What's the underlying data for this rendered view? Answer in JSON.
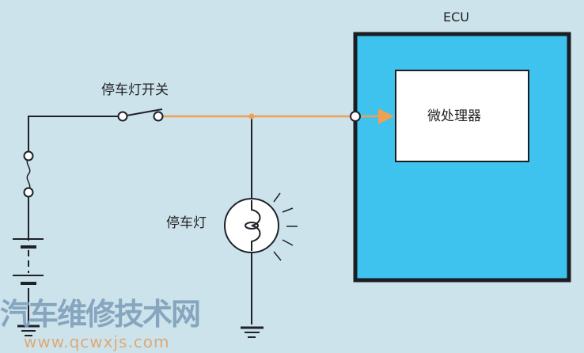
{
  "labels": {
    "ecu": "ECU",
    "microprocessor": "微处理器",
    "stop_lamp_switch": "停车灯开关",
    "stop_lamp": "停车灯"
  },
  "watermark": {
    "title": "汽车维修技术网",
    "url": "www.qcwxjs.com"
  },
  "colors": {
    "background": "#cde3ec",
    "ecu_fill": "#3ec3ef",
    "signal_wire": "#f0a050",
    "wire": "#1e2228"
  }
}
